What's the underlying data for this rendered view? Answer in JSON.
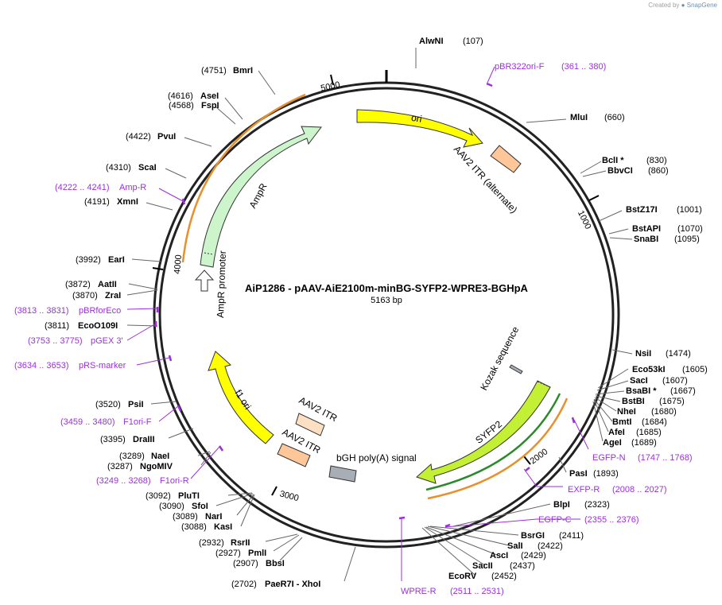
{
  "credit": {
    "prefix": "Created by",
    "brand": "SnapGene"
  },
  "plasmid": {
    "name": "AiP1286 - pAAV-AiE2100m-minBG-SYFP2-WPRE3-BGHpA",
    "length": "5163 bp"
  },
  "ticks": [
    "1000",
    "2000",
    "3000",
    "4000",
    "5000"
  ],
  "sites": [
    {
      "name": "AlwNI",
      "pos": "(107)"
    },
    {
      "name": "MluI",
      "pos": "(660)"
    },
    {
      "name": "BclI *",
      "pos": "(830)"
    },
    {
      "name": "BbvCI",
      "pos": "(860)"
    },
    {
      "name": "BstZ17I",
      "pos": "(1001)"
    },
    {
      "name": "BstAPI",
      "pos": "(1070)"
    },
    {
      "name": "SnaBI",
      "pos": "(1095)"
    },
    {
      "name": "NsiI",
      "pos": "(1474)"
    },
    {
      "name": "Eco53kI",
      "pos": "(1605)"
    },
    {
      "name": "SacI",
      "pos": "(1607)"
    },
    {
      "name": "BsaBI *",
      "pos": "(1667)"
    },
    {
      "name": "BstBI",
      "pos": "(1675)"
    },
    {
      "name": "NheI",
      "pos": "(1680)"
    },
    {
      "name": "BmtI",
      "pos": "(1684)"
    },
    {
      "name": "AfeI",
      "pos": "(1685)"
    },
    {
      "name": "AgeI",
      "pos": "(1689)"
    },
    {
      "name": "PasI",
      "pos": "(1893)"
    },
    {
      "name": "BlpI",
      "pos": "(2323)"
    },
    {
      "name": "BsrGI",
      "pos": "(2411)"
    },
    {
      "name": "SalI",
      "pos": "(2422)"
    },
    {
      "name": "AscI",
      "pos": "(2429)"
    },
    {
      "name": "SacII",
      "pos": "(2437)"
    },
    {
      "name": "EcoRV",
      "pos": "(2452)"
    },
    {
      "name": "PaeR7I - XhoI",
      "pos": "(2702)"
    },
    {
      "name": "BbsI",
      "pos": "(2907)"
    },
    {
      "name": "PmlI",
      "pos": "(2927)"
    },
    {
      "name": "RsrII",
      "pos": "(2932)"
    },
    {
      "name": "KasI",
      "pos": "(3088)"
    },
    {
      "name": "NarI",
      "pos": "(3089)"
    },
    {
      "name": "SfoI",
      "pos": "(3090)"
    },
    {
      "name": "PluTI",
      "pos": "(3092)"
    },
    {
      "name": "NgoMIV",
      "pos": "(3287)"
    },
    {
      "name": "NaeI",
      "pos": "(3289)"
    },
    {
      "name": "DraIII",
      "pos": "(3395)"
    },
    {
      "name": "PsiI",
      "pos": "(3520)"
    },
    {
      "name": "EcoO109I",
      "pos": "(3811)"
    },
    {
      "name": "ZraI",
      "pos": "(3870)"
    },
    {
      "name": "AatII",
      "pos": "(3872)"
    },
    {
      "name": "EarI",
      "pos": "(3992)"
    },
    {
      "name": "XmnI",
      "pos": "(4191)"
    },
    {
      "name": "ScaI",
      "pos": "(4310)"
    },
    {
      "name": "PvuI",
      "pos": "(4422)"
    },
    {
      "name": "FspI",
      "pos": "(4568)"
    },
    {
      "name": "AseI",
      "pos": "(4616)"
    },
    {
      "name": "BmrI",
      "pos": "(4751)"
    }
  ],
  "primers": [
    {
      "name": "pBR322ori-F",
      "range": "(361 .. 380)"
    },
    {
      "name": "EGFP-N",
      "range": "(1747 .. 1768)"
    },
    {
      "name": "EXFP-R",
      "range": "(2008 .. 2027)"
    },
    {
      "name": "EGFP-C",
      "range": "(2355 .. 2376)"
    },
    {
      "name": "WPRE-R",
      "range": "(2511 .. 2531)"
    },
    {
      "name": "F1ori-R",
      "range": "(3249 .. 3268)"
    },
    {
      "name": "F1ori-F",
      "range": "(3459 .. 3480)"
    },
    {
      "name": "pRS-marker",
      "range": "(3634 .. 3653)"
    },
    {
      "name": "pGEX 3'",
      "range": "(3753 .. 3775)"
    },
    {
      "name": "pBRforEco",
      "range": "(3813 .. 3831)"
    },
    {
      "name": "Amp-R",
      "range": "(4222 .. 4241)"
    }
  ],
  "features": [
    {
      "name": "ori"
    },
    {
      "name": "AAV2 ITR (alternate)"
    },
    {
      "name": "AmpR"
    },
    {
      "name": "AmpR promoter"
    },
    {
      "name": "Kozak sequence"
    },
    {
      "name": "SYFP2"
    },
    {
      "name": "f1 ori"
    },
    {
      "name": "AAV2 ITR"
    },
    {
      "name": "AAV2 ITR"
    },
    {
      "name": "bGH poly(A) signal"
    }
  ],
  "colors": {
    "primer": "#9b30d9",
    "ori": "#ffff00",
    "ampr": "#ccf5cc",
    "itr": "#fdc79a",
    "polya": "#a8aeb5",
    "syfp": "#c3f034"
  }
}
